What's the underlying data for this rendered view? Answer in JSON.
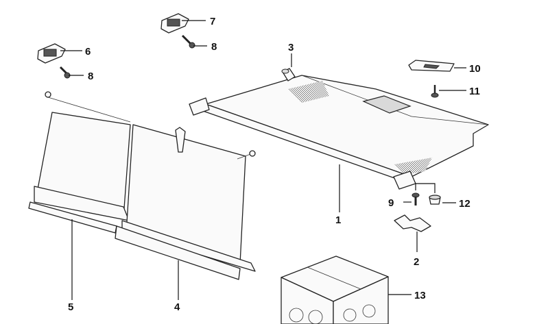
{
  "diagram": {
    "callouts": [
      {
        "id": "1",
        "text": "1"
      },
      {
        "id": "2",
        "text": "2"
      },
      {
        "id": "3",
        "text": "3"
      },
      {
        "id": "4",
        "text": "4"
      },
      {
        "id": "5",
        "text": "5"
      },
      {
        "id": "6",
        "text": "6"
      },
      {
        "id": "7",
        "text": "7"
      },
      {
        "id": "8a",
        "text": "8"
      },
      {
        "id": "8b",
        "text": "8"
      },
      {
        "id": "9",
        "text": "9"
      },
      {
        "id": "10",
        "text": "10"
      },
      {
        "id": "11",
        "text": "11"
      },
      {
        "id": "12",
        "text": "12"
      },
      {
        "id": "13",
        "text": "13"
      }
    ]
  }
}
